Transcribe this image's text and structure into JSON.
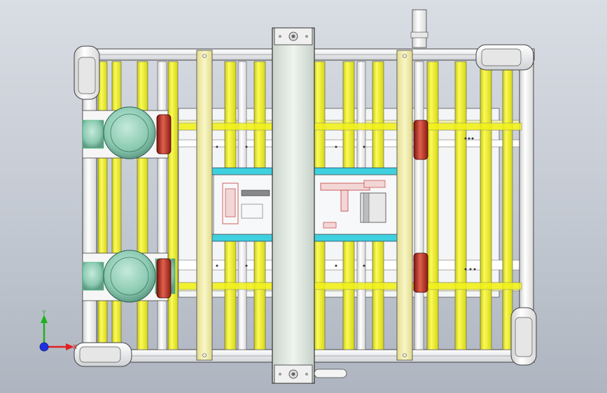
{
  "window": {
    "type": "cad-3d-viewport"
  },
  "colors": {
    "background_top": "#d9dde4",
    "background_bottom": "#aeb5c0",
    "roller_yellow": "#f2f21a",
    "frame_white": "#f4f4f4",
    "guide_rail": "#f5f2b8",
    "center_beam": "#e4ece6",
    "motor_green": "#9fd3bf",
    "bumper_red": "#b52a22",
    "cyan_bar": "#3fd0e0",
    "axis_x": "#e02020",
    "axis_y": "#20b020",
    "axis_z": "#2030e0"
  },
  "model": {
    "assembly": "roller-conveyor-transfer-unit",
    "parts": [
      "outer-frame",
      "roller-rows",
      "motors",
      "casters",
      "guide-rails",
      "center-beam",
      "lift-mechanism",
      "bumpers"
    ]
  },
  "triad": {
    "x_label": "X",
    "y_label": "Y"
  }
}
